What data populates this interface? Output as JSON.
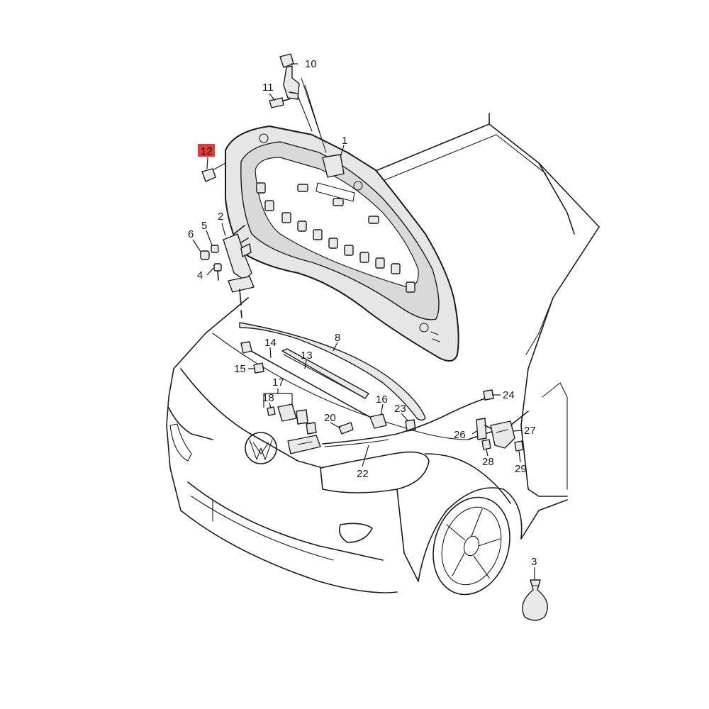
{
  "diagram": {
    "highlight_color": "#e53935",
    "highlighted_label": "12",
    "callouts": [
      "1",
      "2",
      "3",
      "4",
      "5",
      "6",
      "8",
      "10",
      "11",
      "12",
      "13",
      "14",
      "15",
      "16",
      "17",
      "18",
      "20",
      "22",
      "23",
      "24",
      "26",
      "27",
      "28",
      "29"
    ]
  }
}
